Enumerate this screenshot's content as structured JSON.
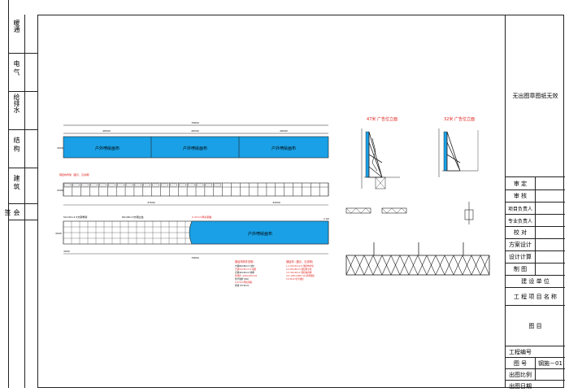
{
  "left_strip": [
    "暖通",
    "电 气",
    "给排水",
    "结 构",
    "建 筑",
    "会 签"
  ],
  "title_block": {
    "notice": "无出图章图纸无效",
    "rows": [
      {
        "label": "审  定",
        "value": ""
      },
      {
        "label": "审  核",
        "value": ""
      },
      {
        "label": "项目负责人",
        "value": ""
      },
      {
        "label": "专业负责人",
        "value": ""
      },
      {
        "label": "校  对",
        "value": ""
      },
      {
        "label": "方案设计",
        "value": ""
      },
      {
        "label": "设计计算",
        "value": ""
      },
      {
        "label": "制  图",
        "value": ""
      }
    ],
    "unit_label": "建 设 单 位",
    "project_label": "工 程 项 目 名 称",
    "drawing_label": "图   目",
    "project_no": "工程编号",
    "drawing_no_label": "图  号",
    "drawing_no_value": "钢施－01",
    "scale": "出图比例",
    "date": "出图日期"
  },
  "elevation": {
    "top_dim": "79650",
    "seg_dims": [
      "26500",
      "26500",
      "26500"
    ],
    "panel_text": "户外喷绘画布",
    "left_dims": [
      "3000",
      "2000"
    ],
    "note_red": "钢结构骨架（图示，见说明）",
    "mid_dims": [
      "47000",
      "32000"
    ],
    "bottom_panel_text": "户外喷绘画布",
    "bottom_labels": [
      "50×50×2.5方钢骨架",
      "80×80×3方钢立柱",
      "0.47mm厚彩钢板"
    ],
    "bottom_dim": "79650",
    "bottom_left_dim": "3000",
    "left_side_dim": "3000",
    "right_mark": "1.00"
  },
  "sections": {
    "title_a": "47米 广告位立面",
    "title_b": "32米 广告位立面"
  },
  "notes": {
    "red_title_a": "钢结构构件说明：",
    "red_title_b": "钢结构（图示，见说明）",
    "lines_a": [
      "方钢80×80×3 立柱",
      "方钢50×50×2.5 横梁",
      "方钢40×40×2 斜撑",
      "预埋件 -200×200×10",
      "化学锚栓 M12",
      "0.47mm厚彩钢板",
      "焊缝 hf=5mm"
    ],
    "lines_b": [
      "1-1 50×50×2.5 钢结构骨架",
      "2-2 80×80×3 钢结构立柱",
      "3-3 40×40×2 钢结构斜撑",
      "4-4 -200×200×10 预埋钢板",
      "5-5 M12 化学锚栓"
    ]
  },
  "colors": {
    "banner": "#1aa0e6",
    "red": "#e0201c",
    "line": "#222222"
  }
}
